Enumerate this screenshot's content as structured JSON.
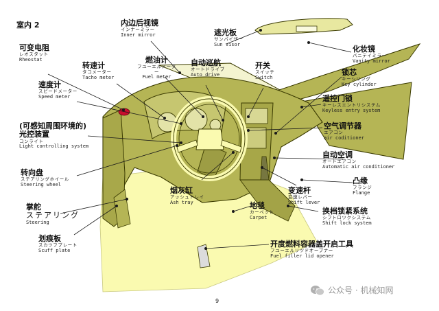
{
  "page": {
    "title": "室内 2",
    "page_number": "9"
  },
  "watermark": {
    "text": "公众号 · 机械知网",
    "icon": "wechat-icon"
  },
  "colors": {
    "dashboard": "#b5b555",
    "floor": "#fafab0",
    "outline": "#3a3a00",
    "visor": "#e8e8a0",
    "accent": "#c8102e"
  },
  "labels": {
    "rheostat": {
      "zh": "可变电阻",
      "ja": "レオスタット",
      "en": "Rheostat"
    },
    "tacho_meter": {
      "zh": "转速计",
      "ja": "タコメーター",
      "en": "Tacho meter"
    },
    "inner_mirror": {
      "zh": "内边后视镜",
      "ja": "インナーミラー",
      "en": "Inner mirror"
    },
    "fuel_meter": {
      "zh": "燃油计",
      "ja": "フユーエルメータ",
      "ja2": "ー",
      "en": "Fuel meter"
    },
    "auto_drive": {
      "zh": "自动巡航",
      "ja": "オートドライブ",
      "en": "Auto drive"
    },
    "sun_visor": {
      "zh": "遮光板",
      "ja": "サンバイザー",
      "en": "Sun visor"
    },
    "switch": {
      "zh": "开关",
      "ja": "スイッチ",
      "en": "Switch"
    },
    "vanity_mirror": {
      "zh": "化妆镜",
      "ja": "バニテイミラー",
      "en": "Vanity mirror"
    },
    "key_cylinder": {
      "zh": "锁芯",
      "ja": "キーシリング",
      "en": "Key cylinder"
    },
    "speed_meter": {
      "zh": "速度计",
      "ja": "スピードメーター",
      "en": "Speed meter"
    },
    "keyless_entry": {
      "zh": "遥控门锁",
      "ja": "キーレスエントリシステム",
      "en": "Keyless entry system"
    },
    "light_control": {
      "zh1": "(可感知周围环境的)",
      "zh2": "光控装置",
      "ja": "コンライト",
      "en": "Light controlling system"
    },
    "air_conditioner": {
      "zh": "空气调节器",
      "ja": "エアコン",
      "en": "air coditioner"
    },
    "auto_air_conditioner": {
      "zh": "自动空调",
      "ja": "オートエアコン",
      "en": "Automatic air conditioner"
    },
    "steering_wheel": {
      "zh": "转向盘",
      "ja": "ステアリングホイール",
      "en": "Steering wheel"
    },
    "ash_tray": {
      "zh": "烟灰缸",
      "ja": "アッシュトレイ",
      "en": "Ash tray"
    },
    "shift_lever": {
      "zh": "变速杆",
      "ja": "変速レバー",
      "en": "Shift lever"
    },
    "flange": {
      "zh": "凸缘",
      "ja": "フランジ",
      "en": "Flange"
    },
    "steering": {
      "zh": "掌舵",
      "ja": "ステアリング",
      "en": "Steering"
    },
    "carpet": {
      "zh": "地毯",
      "ja": "カーペット",
      "en": "Carpet"
    },
    "shift_lock": {
      "zh": "换档锁紧系统",
      "ja": "シフトロツクシステム",
      "en": "Shift lock system"
    },
    "scuff_plate": {
      "zh": "划痕板",
      "ja": "スカツフプレート",
      "en": "Scuff plate"
    },
    "fuel_filler": {
      "zh": "开度燃料容器盖开启工具",
      "ja": "フユーエルリツドオープナー",
      "en": "Fuel filler lid opener"
    }
  }
}
